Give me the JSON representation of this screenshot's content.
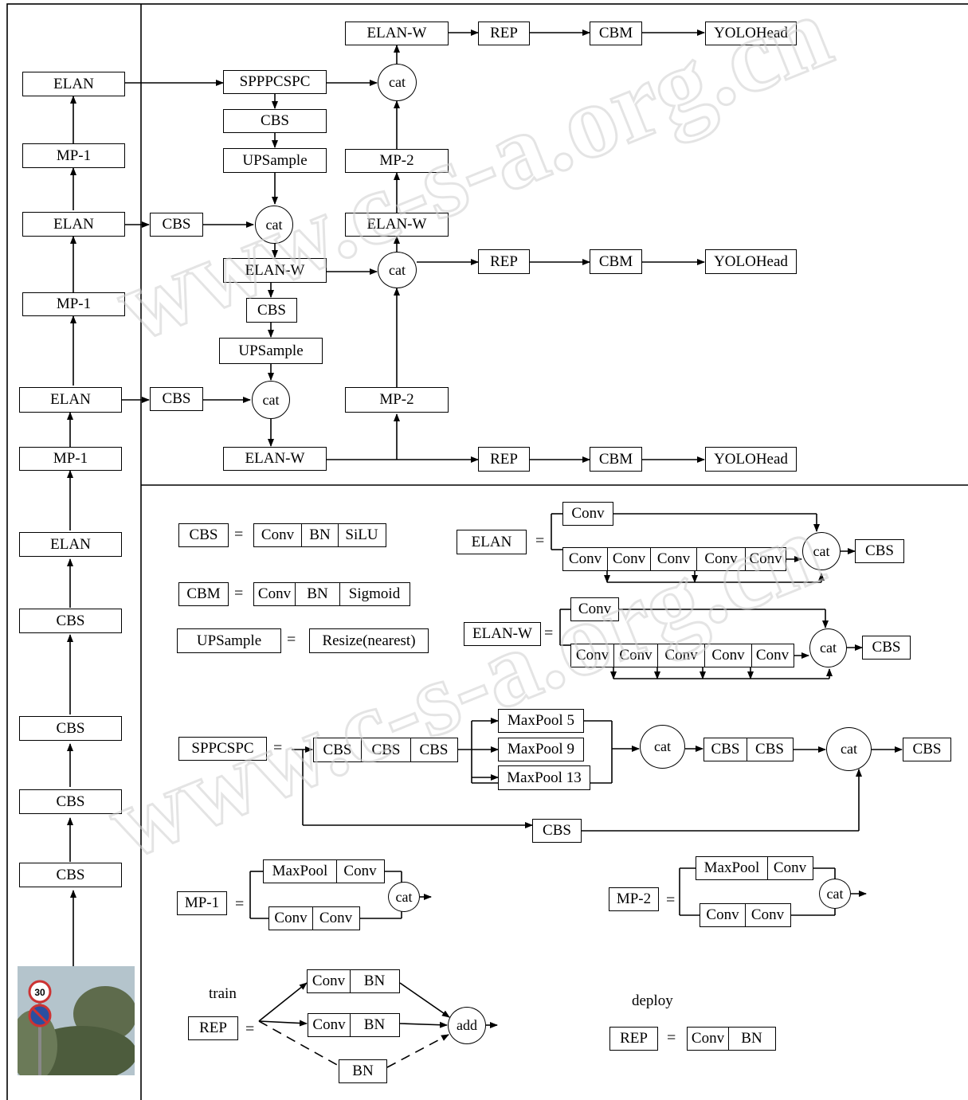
{
  "backbone": {
    "elan_4": "ELAN",
    "mp1_3": "MP-1",
    "elan_3": "ELAN",
    "mp1_2": "MP-1",
    "elan_2": "ELAN",
    "mp1_1": "MP-1",
    "elan_1": "ELAN",
    "cbs_4": "CBS",
    "cbs_3": "CBS",
    "cbs_2": "CBS",
    "cbs_1": "CBS",
    "input_sign_text": "30"
  },
  "neck": {
    "sppcspc": "SPPPCSPC",
    "cbs_a": "CBS",
    "upsample_a": "UPSample",
    "cbs_b": "CBS",
    "cat_a": "cat",
    "elanw_a": "ELAN-W",
    "cbs_c": "CBS",
    "upsample_b": "UPSample",
    "cbs_d": "CBS",
    "cat_b": "cat",
    "elanw_b": "ELAN-W",
    "mp2_a": "MP-2",
    "cat_c": "cat",
    "elanw_c": "ELAN-W",
    "mp2_b": "MP-2",
    "elanw_top": "ELAN-W",
    "cat_top": "cat"
  },
  "head": {
    "rep": "REP",
    "cbm": "CBM",
    "yolohead": "YOLOHead"
  },
  "legend": {
    "cbs": {
      "name": "CBS",
      "eq": "=",
      "parts": [
        "Conv",
        "BN",
        "SiLU"
      ]
    },
    "cbm": {
      "name": "CBM",
      "eq": "=",
      "parts": [
        "Conv",
        "BN",
        "Sigmoid"
      ]
    },
    "upsample": {
      "name": "UPSample",
      "eq": "=",
      "parts": [
        "Resize(nearest)"
      ]
    },
    "elan": {
      "name": "ELAN",
      "eq": "=",
      "conv": "Conv",
      "cat": "cat",
      "out": "CBS"
    },
    "elanw": {
      "name": "ELAN-W",
      "eq": "=",
      "conv": "Conv",
      "cat": "cat",
      "out": "CBS"
    },
    "sppcspc": {
      "name": "SPPCSPC",
      "eq": "=",
      "cbs": "CBS",
      "pools": [
        "MaxPool 5",
        "MaxPool 9",
        "MaxPool 13"
      ],
      "cat": "cat"
    },
    "mp1": {
      "name": "MP-1",
      "eq": "=",
      "maxpool": "MaxPool",
      "conv": "Conv",
      "cat": "cat"
    },
    "mp2": {
      "name": "MP-2",
      "eq": "=",
      "maxpool": "MaxPool",
      "conv": "Conv",
      "cat": "cat"
    },
    "rep_train": {
      "label": "train",
      "name": "REP",
      "eq": "=",
      "conv": "Conv",
      "bn": "BN",
      "add": "add"
    },
    "rep_deploy": {
      "label": "deploy",
      "name": "REP",
      "eq": "=",
      "conv": "Conv",
      "bn": "BN"
    }
  },
  "watermark": "www.c-s-a.org.cn"
}
